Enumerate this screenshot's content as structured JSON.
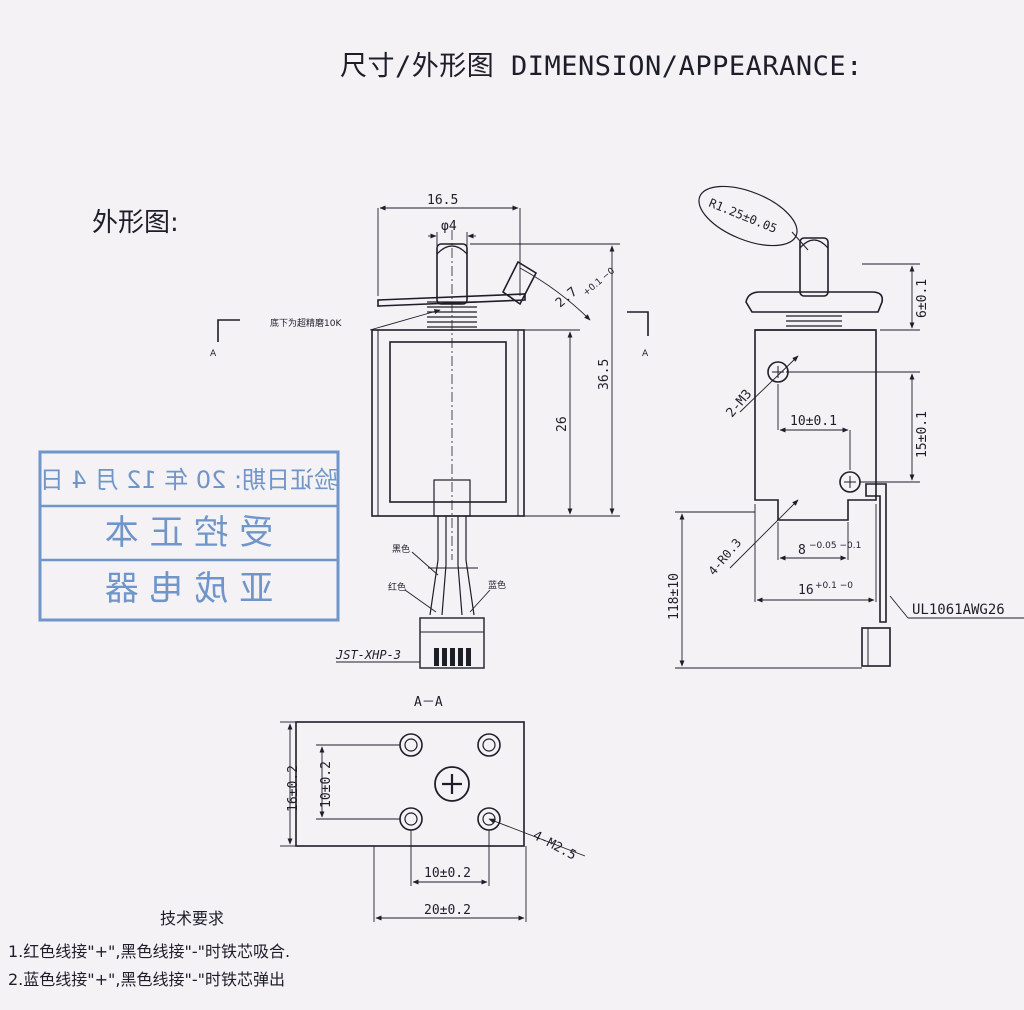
{
  "header": {
    "title": "尺寸/外形图 DIMENSION/APPEARANCE:",
    "section_label": "外形图:"
  },
  "front_view": {
    "width_label": "16.5",
    "plunger_dia_label": "φ4",
    "angle_label": "2.7",
    "angle_tol": "+0.1 −0",
    "note_label": "底下为超精磨10K",
    "height_total_label": "36.5",
    "frame_height_label": "26",
    "section_mark": "A",
    "wire_black_label": "黑色",
    "wire_red_label": "红色",
    "wire_blue_label": "蓝色",
    "connector_label": "JST-XHP-3"
  },
  "side_view": {
    "radius_label": "R1.25±0.05",
    "top_dim_label": "6±0.1",
    "hole_label": "2-M3",
    "hole_spacing_label": "10±0.1",
    "hole_vertical_label": "15±0.1",
    "radius_corner_label": "4-R0.3",
    "slot_label": "8",
    "slot_tol": "−0.05 −0.1",
    "base_width_label": "16",
    "base_tol": "+0.1 −0",
    "wire_length_label": "118±10",
    "wire_spec_label": "UL1061AWG26"
  },
  "section_view": {
    "title": "A－A",
    "height_outer_label": "16±0.2",
    "height_inner_label": "10±0.2",
    "width_inner_label": "10±0.2",
    "width_outer_label": "20±0.2",
    "thread_label": "4-M2.5"
  },
  "stamp": {
    "row1": "验证日期: 20 年 12 月 4 日",
    "row2": "受 控 正 本",
    "row3": "亚 成 电 器"
  },
  "requirements": {
    "heading": "技术要求",
    "item1": "1.红色线接\"+\",黑色线接\"-\"时铁芯吸合.",
    "item2": "2.蓝色线接\"+\",黑色线接\"-\"时铁芯弹出"
  }
}
